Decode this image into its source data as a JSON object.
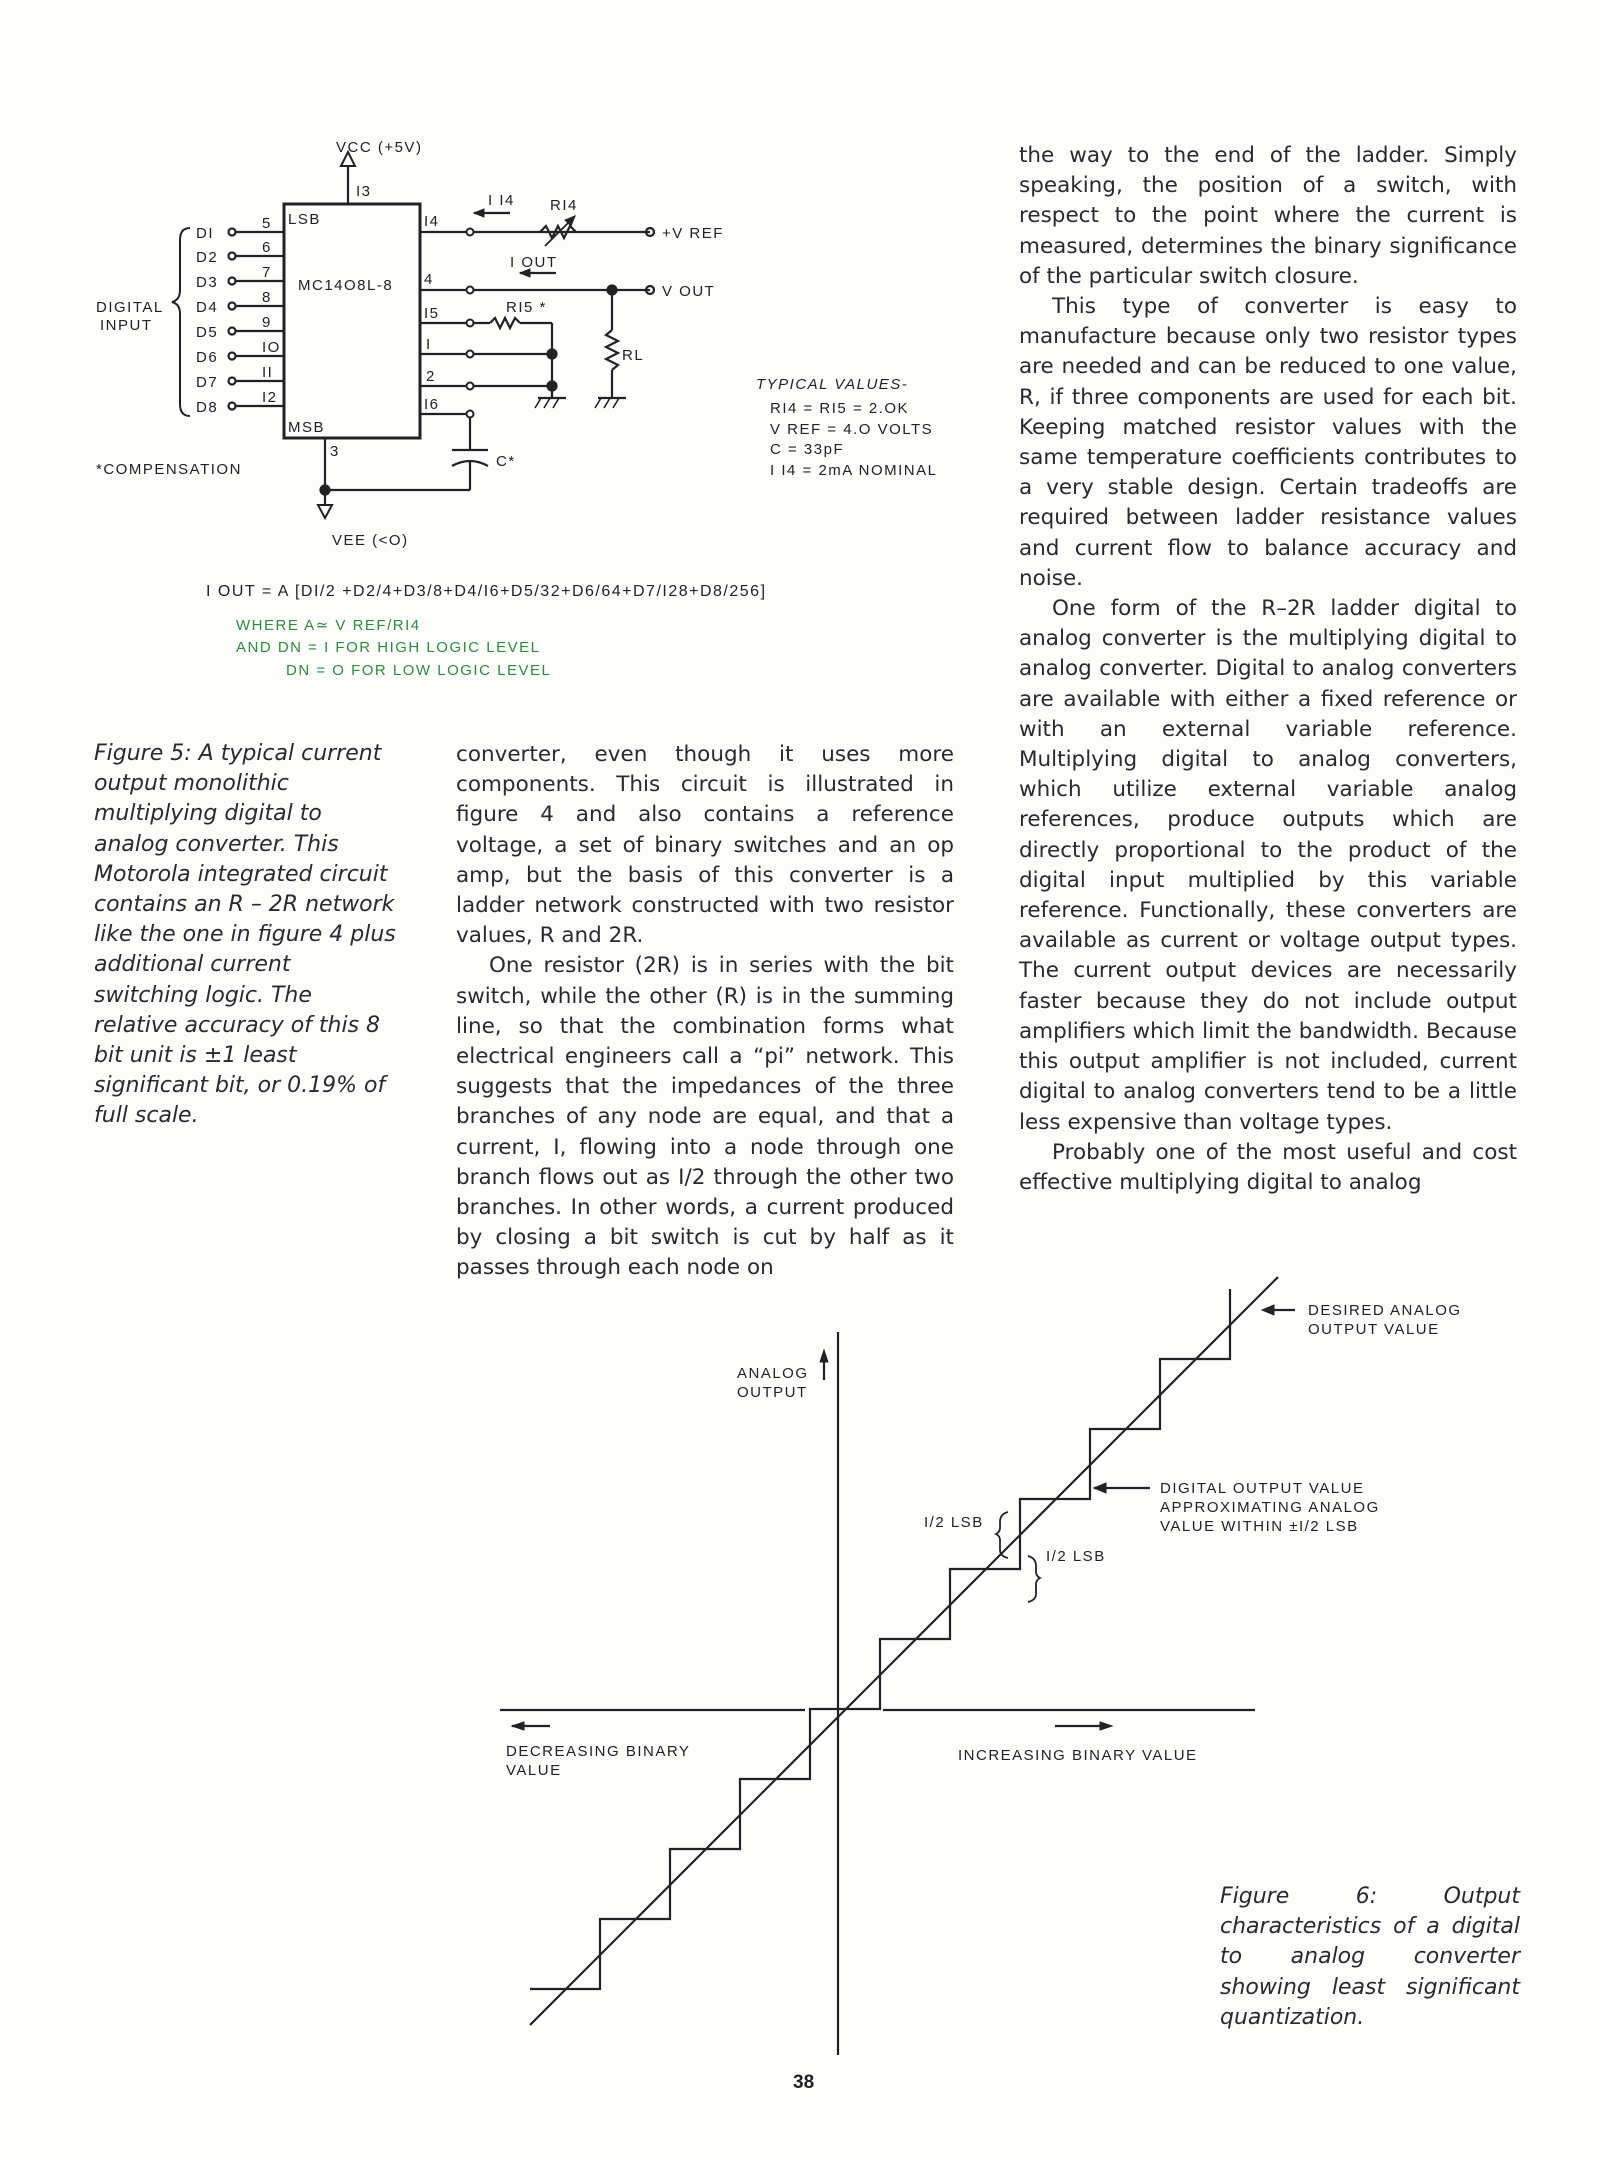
{
  "figure5": {
    "vcc": "VCC (+5V)",
    "vee": "VEE (<O)",
    "chip": "MC14O8L-8",
    "lsb": "LSB",
    "msb": "MSB",
    "digital_input": [
      "DIGITAL",
      "INPUT"
    ],
    "inputs": [
      "DI",
      "D2",
      "D3",
      "D4",
      "D5",
      "D6",
      "D7",
      "D8"
    ],
    "input_pins": [
      "5",
      "6",
      "7",
      "8",
      "9",
      "IO",
      "II",
      "I2"
    ],
    "right_pins": [
      "I4",
      "4",
      "I5",
      "I",
      "2",
      "I6"
    ],
    "pin13": "I3",
    "pin3": "3",
    "i14": "I I4",
    "r14": "RI4",
    "vref": "+V REF",
    "iout": "I OUT",
    "vout": "V OUT",
    "r15": "RI5 *",
    "rl": "RL",
    "cap": "C*",
    "compensation": "*COMPENSATION",
    "typical_title": "TYPICAL VALUES-",
    "typical_values": [
      "RI4 = RI5 = 2.OK",
      "V REF = 4.O VOLTS",
      "C = 33pF",
      "I I4 = 2mA NOMINAL"
    ],
    "equation": "I OUT = A [DI/2 +D2/4+D3/8+D4/I6+D5/32+D6/64+D7/I28+D8/256]",
    "where_lines": [
      "WHERE A≃ V REF/RI4",
      "AND DN = I FOR HIGH LOGIC LEVEL",
      "DN = O FOR LOW LOGIC LEVEL"
    ]
  },
  "caption5": "Figure 5: A typical current output monolithic multiplying digital to analog converter. This Motorola integrated circuit contains an R – 2R network like the one in figure 4 plus additional current switching logic. The relative accuracy of this 8 bit unit is ±1 least significant bit, or 0.19% of full scale.",
  "middle_column": [
    "converter, even though it uses more components. This circuit is illustrated in figure 4 and also contains a reference voltage, a set of binary switches and an op amp, but the basis of this converter is a ladder network constructed with two resistor values, R and 2R.",
    "One resistor (2R) is in series with the bit switch, while the other (R) is in the summing line, so that the combination forms what electrical engineers call a “pi” network. This suggests that the impedances of the three branches of any node are equal, and that a current, I, flowing into a node through one branch flows out as I/2 through the other two branches. In other words, a current produced by closing a bit switch is cut by half as it passes through each node on"
  ],
  "right_column": [
    "the way to the end of the ladder. Simply speaking, the position of a switch, with respect to the point where the current is measured, determines the binary significance of the particular switch closure.",
    "This type of converter is easy to manufacture because only two resistor types are needed and can be reduced to one value, R, if three components are used for each bit. Keeping matched resistor values with the same temperature coefficients contributes to a very stable design. Certain tradeoffs are required between ladder resistance values and current flow to balance accuracy and noise.",
    "One form of the R–2R ladder digital to analog converter is the multiplying digital to analog converter. Digital to analog converters are available with either a fixed reference or with an external variable reference. Multiplying digital to analog converters, which utilize external variable analog references, produce outputs which are directly proportional to the product of the digital input multiplied by this variable reference. Functionally, these converters are available as current or voltage output types. The current output devices are necessarily faster because they do not include output amplifiers which limit the bandwidth. Because this output amplifier is not included, current digital to analog converters tend to be a little less expensive than voltage types.",
    "Probably one of the most useful and cost effective multiplying digital to analog"
  ],
  "figure6": {
    "y_axis": [
      "ANALOG",
      "OUTPUT"
    ],
    "desired": [
      "DESIRED ANALOG",
      "OUTPUT VALUE"
    ],
    "digital_output": [
      "DIGITAL OUTPUT VALUE",
      "APPROXIMATING ANALOG",
      "VALUE WITHIN ±I/2 LSB"
    ],
    "half_lsb_left": "I/2 LSB",
    "half_lsb_right": "I/2 LSB",
    "decreasing": [
      "DECREASING BINARY",
      "VALUE"
    ],
    "increasing": "INCREASING BINARY VALUE"
  },
  "caption6": "Figure 6: Output characteristics of a digital to analog converter showing least significant quantization.",
  "page_number": "38"
}
